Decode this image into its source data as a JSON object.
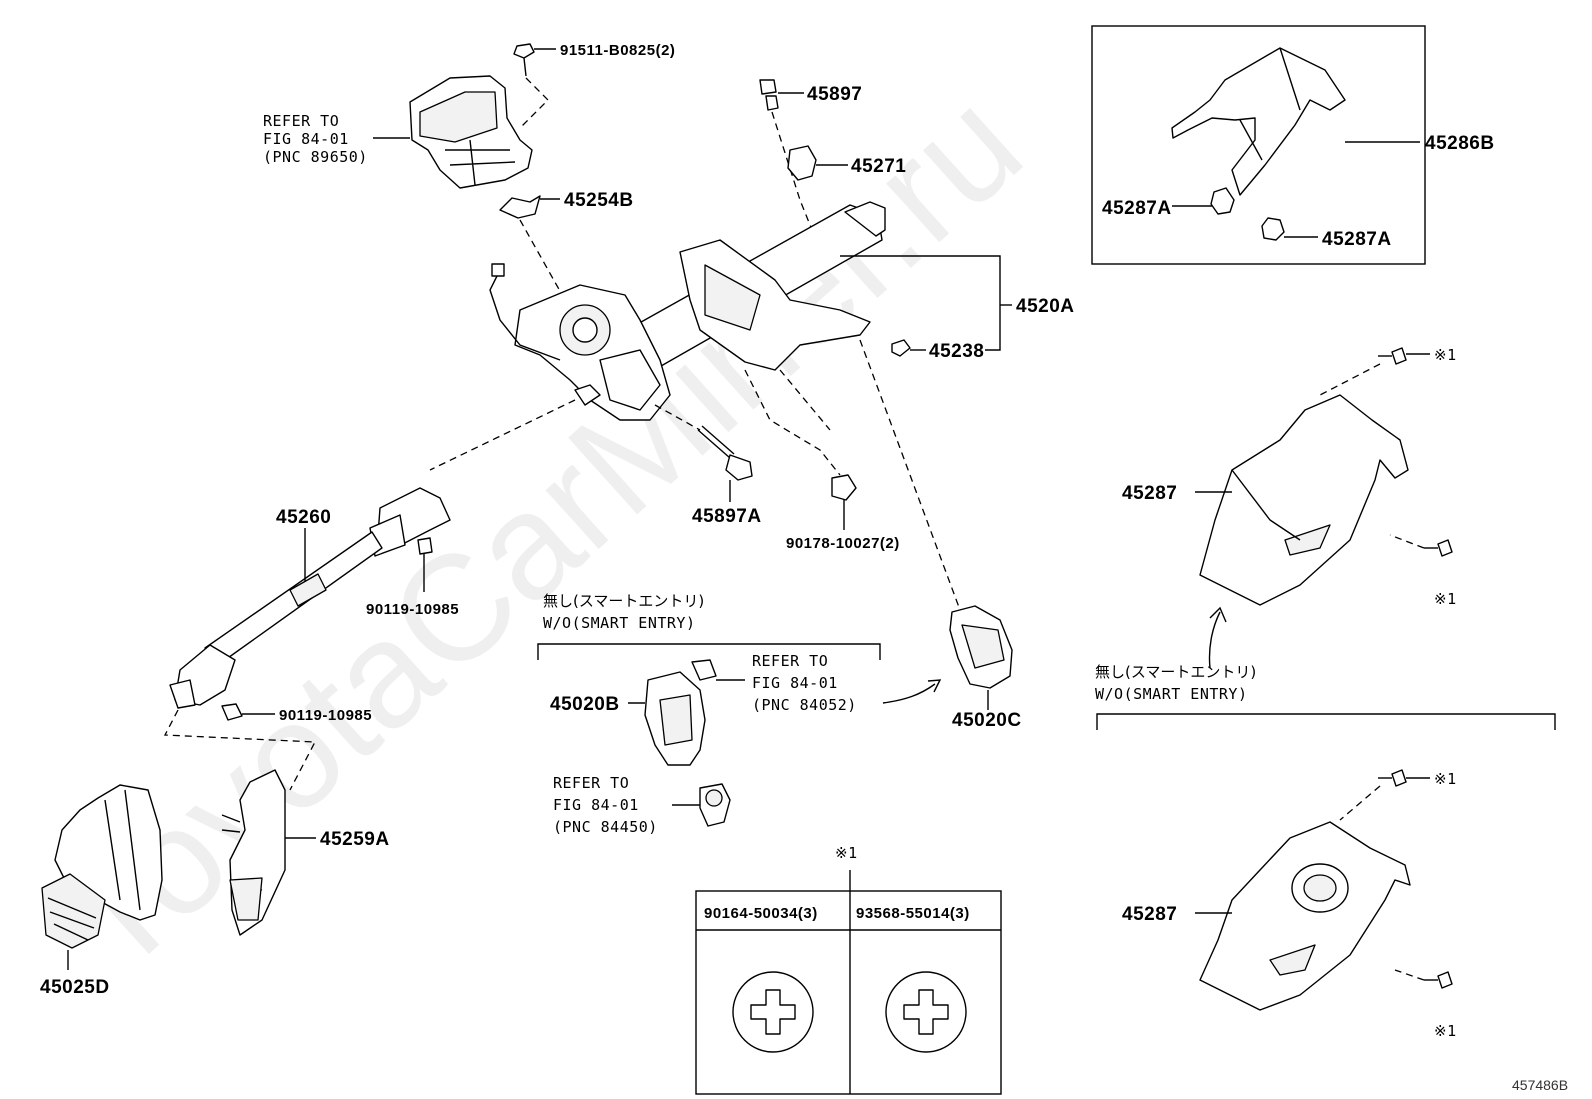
{
  "watermark": "ToyotaCarMiner.ru",
  "figure_id": "457486B",
  "labels": {
    "p91511": "91511-B0825(2)",
    "p45897": "45897",
    "p45271": "45271",
    "p45254B": "45254B",
    "p4520A": "4520A",
    "p45238": "45238",
    "p45897A": "45897A",
    "p90178": "90178-10027(2)",
    "p45260": "45260",
    "p90119a": "90119-10985",
    "p90119b": "90119-10985",
    "p45020B": "45020B",
    "p45020C": "45020C",
    "p45259A": "45259A",
    "p45025D": "45025D",
    "p45286B": "45286B",
    "p45287A_1": "45287A",
    "p45287A_2": "45287A",
    "p45287_1": "45287",
    "p45287_2": "45287"
  },
  "refer_airbag": {
    "line1": "REFER TO",
    "line2": "FIG 84-01",
    "line3": "(PNC 89650)"
  },
  "refer_84052": {
    "line1": "REFER TO",
    "line2": "FIG 84-01",
    "line3": "(PNC 84052)"
  },
  "refer_84450": {
    "line1": "REFER TO",
    "line2": "FIG 84-01",
    "line3": "(PNC 84450)"
  },
  "smart_entry_1": {
    "jp": "無し(スマートエントリ)",
    "en": "W/O(SMART ENTRY)"
  },
  "smart_entry_2": {
    "jp": "無し(スマートエントリ)",
    "en": "W/O(SMART ENTRY)"
  },
  "mark": "※1",
  "screw_table": {
    "col1": "90164-50034(3)",
    "col2": "93568-55014(3)"
  }
}
